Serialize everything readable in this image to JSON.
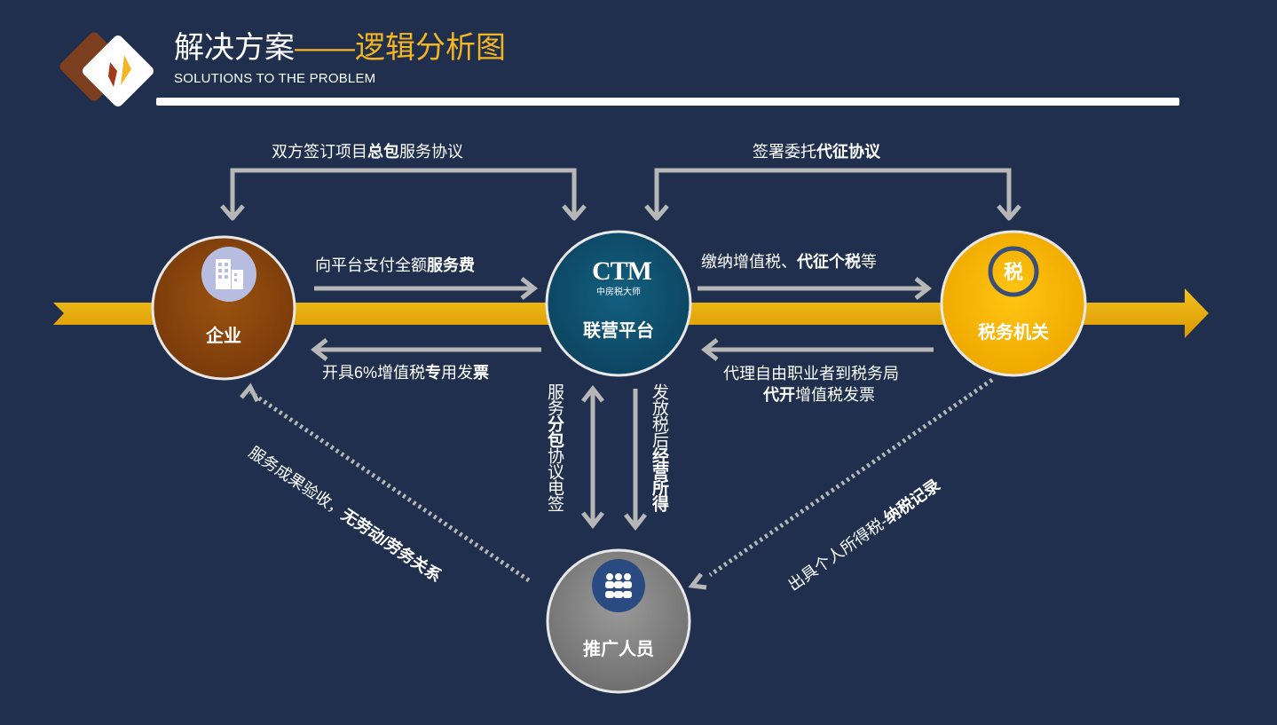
{
  "header": {
    "title_prefix": "解决方案",
    "title_accent": "——逻辑分析图",
    "subtitle": "SOLUTIONS TO THE PROBLEM"
  },
  "nodes": {
    "enterprise": "企业",
    "platform": "联营平台",
    "tax": "税务机关",
    "promoter": "推广人员",
    "platform_logo": "CTM",
    "platform_logo_sub": "中房税大师",
    "tax_icon": "税"
  },
  "edges": {
    "top_left": {
      "a": "双方签订项目",
      "b": "总包",
      "c": "服务协议"
    },
    "top_right": {
      "a": "签署委托",
      "b": "代征协议"
    },
    "pay": {
      "a": "向平台支付全额",
      "b": "服务费"
    },
    "invoice": {
      "a": "开具6%增值税",
      "b": "专",
      "c": "用发",
      "d": "票"
    },
    "vat": {
      "a": "缴纳增值税、",
      "b": "代征个税",
      "c": "等"
    },
    "agent_line1": "代理自由职业者到税务局",
    "agent_line2": {
      "a": "代开",
      "b": "增值税发票"
    },
    "sub_contract": {
      "a": "服务",
      "b": "分包",
      "c": "协议电签"
    },
    "payout": {
      "a": "发放税后",
      "b": "经营所得"
    },
    "acceptance": {
      "a": "服务成果验收，",
      "b": "无劳动/劳务关系"
    },
    "tax_record": {
      "a": "出具个人所得税-",
      "b": "纳税记录"
    }
  },
  "colors": {
    "background": "#1f2f4d",
    "accent": "#f3b521",
    "enterprise": "#8a4510",
    "platform": "#0f5070",
    "tax": "#f5b800",
    "promoter": "#8d8d8d",
    "arrow": "#b7b7b7"
  },
  "icons": {
    "logo": "diamond-logo-icon",
    "enterprise": "building-icon",
    "tax": "tax-seal-icon",
    "promoter": "people-group-icon"
  }
}
